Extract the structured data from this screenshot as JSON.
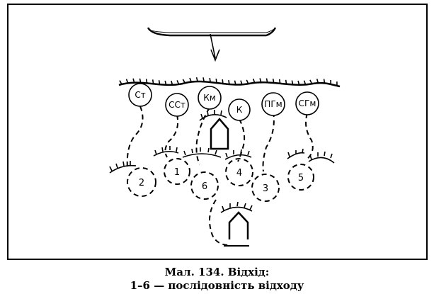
{
  "caption": {
    "line1": "Мал. 134. Відхід:",
    "line2": "1–6 — послідовність відходу"
  },
  "units": [
    {
      "id": "st",
      "label": "Ст"
    },
    {
      "id": "sst",
      "label": "ССт"
    },
    {
      "id": "km",
      "label": "Км"
    },
    {
      "id": "k",
      "label": "К"
    },
    {
      "id": "pgm",
      "label": "ПГм"
    },
    {
      "id": "sgm",
      "label": "СГм"
    }
  ],
  "sequence": [
    {
      "id": "s1",
      "label": "1"
    },
    {
      "id": "s2",
      "label": "2"
    },
    {
      "id": "s3",
      "label": "3"
    },
    {
      "id": "s4",
      "label": "4"
    },
    {
      "id": "s5",
      "label": "5"
    },
    {
      "id": "s6",
      "label": "6"
    }
  ]
}
